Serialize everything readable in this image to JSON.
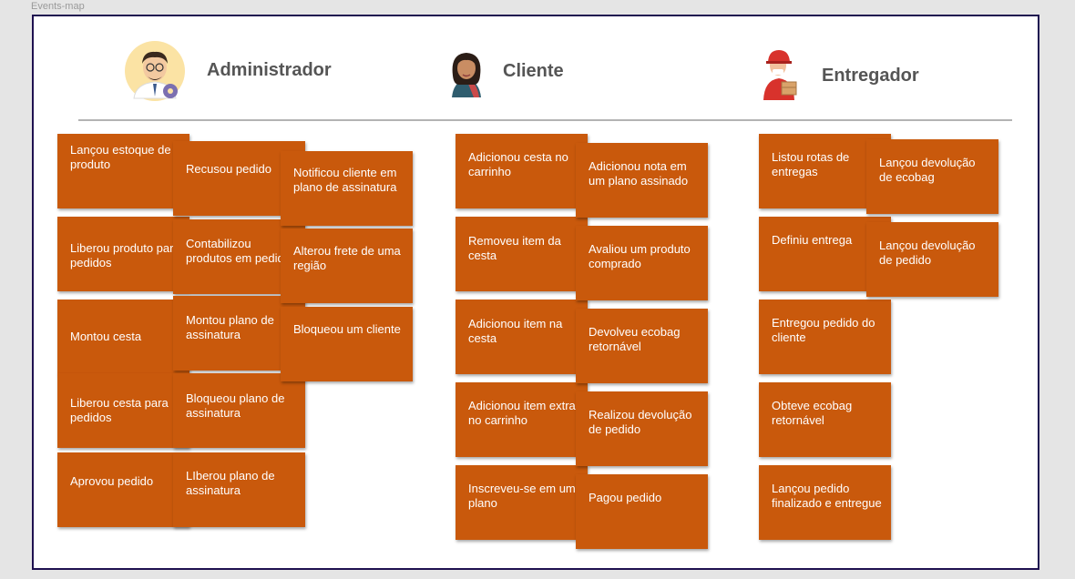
{
  "frame": {
    "label": "Events-map"
  },
  "actors": [
    {
      "name": "Administrador",
      "avatar_icon": "admin-avatar-icon"
    },
    {
      "name": "Cliente",
      "avatar_icon": "client-avatar-icon"
    },
    {
      "name": "Entregador",
      "avatar_icon": "deliveryman-avatar-icon"
    }
  ],
  "colors": {
    "note": "#c9590c",
    "board_border": "#1f1150",
    "divider": "#b3b3b3",
    "title_text": "#555555"
  },
  "notes": {
    "admin": [
      "Lançou estoque de produto",
      "Recusou pedido",
      "Notificou cliente em plano de assinatura",
      "Liberou produto para pedidos",
      "Contabilizou produtos em pedidos",
      "Alterou frete de uma região",
      "Montou cesta",
      "Montou plano de assinatura",
      "Bloqueou um cliente",
      "Liberou cesta para pedidos",
      "Bloqueou plano de assinatura",
      "Aprovou pedido",
      "LIberou  plano de assinatura"
    ],
    "client": [
      "Adicionou cesta no carrinho",
      "Adicionou nota em um plano assinado",
      "Removeu item da cesta",
      "Avaliou um produto comprado",
      "Adicionou item na cesta",
      "Devolveu ecobag retornável",
      "Adicionou item extra no carrinho",
      "Realizou devolução de pedido",
      "Inscreveu-se em um plano",
      "Pagou pedido"
    ],
    "deliveryman": [
      "Listou rotas de entregas",
      "Lançou devolução de ecobag",
      "Definiu entrega",
      "Lançou devolução de pedido",
      "Entregou pedido do cliente",
      "Obteve ecobag retornável",
      "Lançou pedido finalizado e entregue"
    ]
  }
}
